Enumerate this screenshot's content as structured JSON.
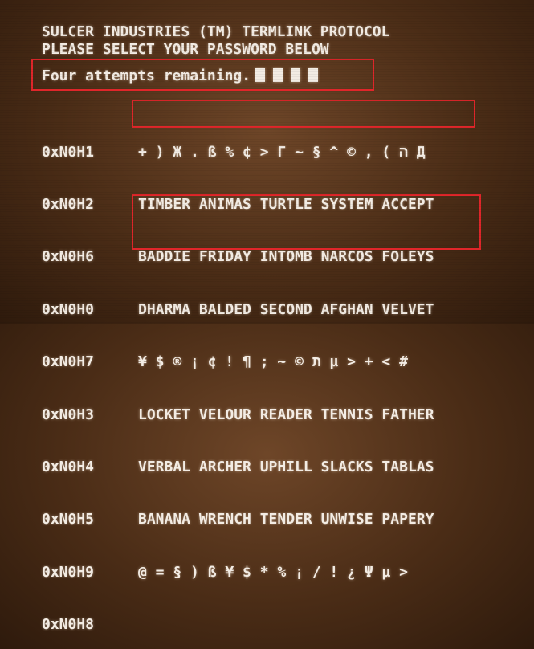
{
  "header": {
    "line1": "SULCER INDUSTRIES (TM) TERMLINK PROTOCOL",
    "line2": "PLEASE SELECT YOUR PASSWORD BELOW"
  },
  "attempts": {
    "text": "Four attempts remaining.",
    "remaining": 4
  },
  "rows": [
    {
      "address": "0xN0H1",
      "content": "+ ) Ж . ß % ¢ > Γ ~ § ^ © , ( ה Д"
    },
    {
      "address": "0xN0H2",
      "content": "TIMBER ANIMAS TURTLE SYSTEM ACCEPT"
    },
    {
      "address": "0xN0H6",
      "content": "BADDIE FRIDAY INTOMB NARCOS FOLEYS"
    },
    {
      "address": "0xN0H0",
      "content": "DHARMA BALDED SECOND AFGHAN VELVET"
    },
    {
      "address": "0xN0H7",
      "content": "¥ $ ® ¡ ¢ ! ¶ ; ~ © ת µ > + < #"
    },
    {
      "address": "0xN0H3",
      "content": "LOCKET VELOUR READER TENNIS FATHER"
    },
    {
      "address": "0xN0H4",
      "content": "VERBAL ARCHER UPHILL SLACKS TABLAS"
    },
    {
      "address": "0xN0H5",
      "content": "BANANA WRENCH TENDER UNWISE PAPERY"
    },
    {
      "address": "0xN0H9",
      "content": "@ = § ) ß ¥ $ * % ¡ / ! ¿ Ψ µ >"
    },
    {
      "address": "0xN0H8",
      "content": ""
    }
  ],
  "colors": {
    "text": "#f3ece4",
    "highlight": "#e0262a",
    "background": "#4a2c16"
  }
}
